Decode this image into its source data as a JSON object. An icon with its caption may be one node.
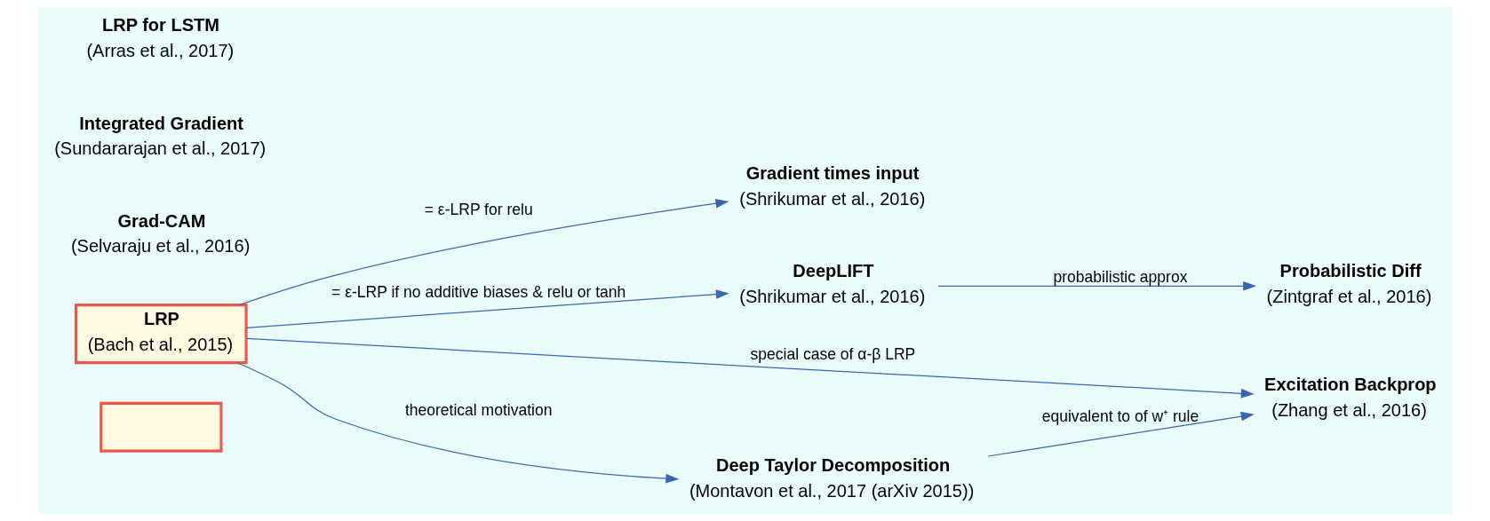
{
  "diagram": {
    "nodes": [
      {
        "text": [],
        "shape": "box"
      },
      {
        "text": [
          "Gradient times input",
          "(Shrikumar et al., 2016)"
        ]
      },
      {
        "text": [
          "DeepLIFT",
          "(Shrikumar et al., 2016)"
        ]
      },
      {
        "text": [
          "Grad-CAM",
          "(Selvaraju et al., 2016)"
        ]
      },
      {
        "text": [
          "Integrated Gradient",
          "(Sundararajan et al., 2017)"
        ]
      },
      {
        "text": [
          "LRP",
          "(Bach et al., 2015)"
        ]
      },
      {
        "text": [
          "LRP for LSTM",
          "(Arras et al., 2017)"
        ]
      },
      {
        "text": [
          "Probabilistic Diff",
          "(Zintgraf et al., 2016)"
        ]
      },
      {
        "text": [
          "Excitation Backprop",
          "(Zhang et al., 2016)"
        ]
      },
      {
        "text": [
          "Deep Taylor Decomposition",
          "(Montavon et al., 2017 (arXiv 2015))"
        ]
      }
    ],
    "edges": [
      {
        "from": 5,
        "to": 1,
        "arrow": "to",
        "label": "= ε-LRP for relu"
      },
      {
        "from": 5,
        "to": 2,
        "arrow": "to",
        "label": "= ε-LRP if no additive biases & relu or tanh"
      },
      {
        "from": 2,
        "to": 7,
        "arrow": "to",
        "label": "probabilistic approx"
      },
      {
        "from": 5,
        "to": 8,
        "arrow": "to",
        "label": "special case of α-β LRP"
      },
      {
        "from": 5,
        "to": 9,
        "arrow": "to",
        "label": "theoretical motivation"
      },
      {
        "from": 9,
        "to": 8,
        "arrow": "to",
        "label": "equivalent to of w⁺ rule"
      }
    ]
  }
}
